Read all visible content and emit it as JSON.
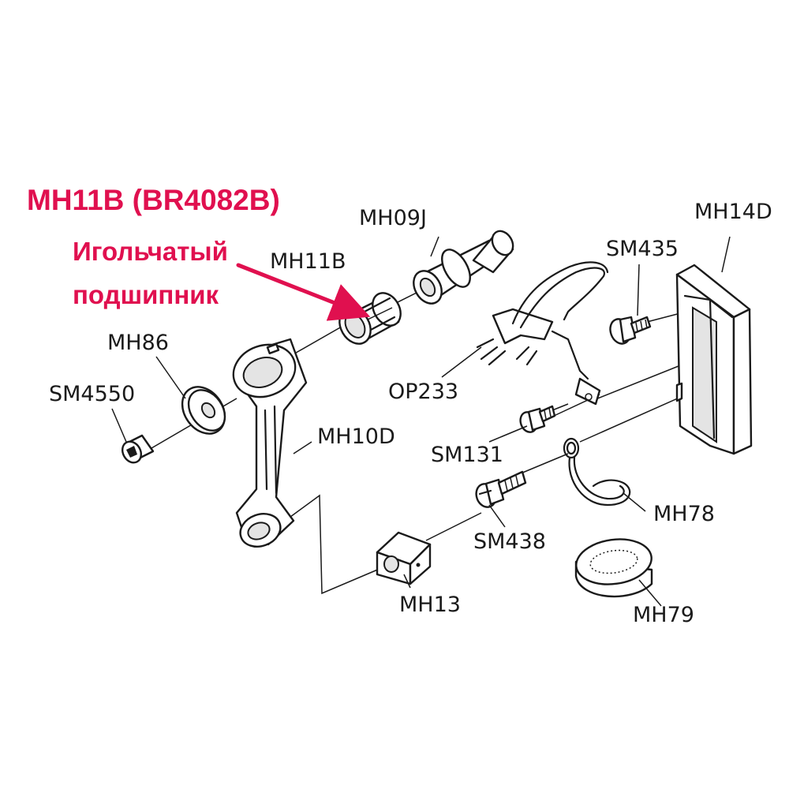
{
  "diagram": {
    "heading": "MH11B (BR4082B)",
    "description_line1": "Игольчатый",
    "description_line2": "подшипник",
    "accent_color": "#e0104f",
    "ink_color": "#1a1a1a",
    "parts": {
      "mh11b": "MH11B",
      "mh09j": "MH09J",
      "mh14d": "MH14D",
      "sm435": "SM435",
      "mh86": "MH86",
      "sm4550": "SM4550",
      "op233": "OP233",
      "mh10d": "MH10D",
      "sm131": "SM131",
      "mh78": "MH78",
      "sm438": "SM438",
      "mh13": "MH13",
      "mh79": "MH79"
    }
  }
}
